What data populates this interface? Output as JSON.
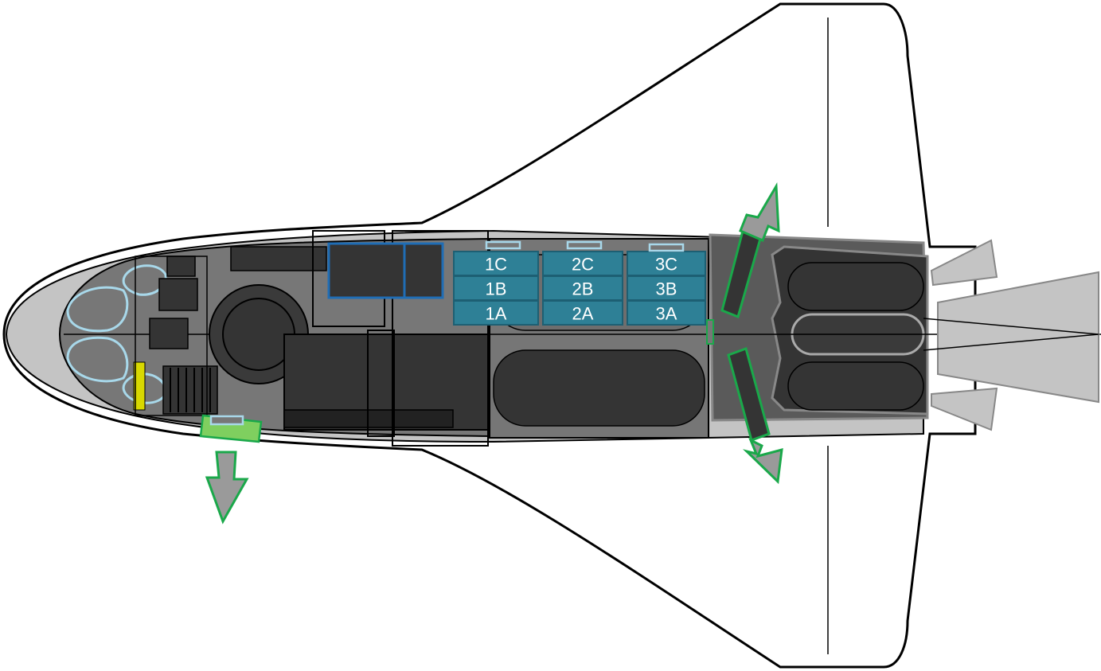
{
  "colors": {
    "background": "#ffffff",
    "hull_fill": "#ffffff",
    "outline": "#000000",
    "interior_dark": "#343434",
    "interior_mid": "#777777",
    "interior_light": "#c4c4c4",
    "seat_fill": "#2e8096",
    "seat_border": "#1d5f73",
    "window_outline": "#a8d8ea",
    "hatch_green": "#1aa84a",
    "hatch_green_light": "#7fcf5f",
    "arrow_fill": "#9a9a9a",
    "equipment_blue": "#1f6db5",
    "yellow_marker": "#d8d800"
  },
  "seat_rows": [
    {
      "column": "1",
      "seats": [
        "1C",
        "1B",
        "1A"
      ]
    },
    {
      "column": "2",
      "seats": [
        "2C",
        "2B",
        "2A"
      ]
    },
    {
      "column": "3",
      "seats": [
        "3C",
        "3B",
        "3A"
      ]
    }
  ],
  "exits": [
    {
      "name": "side hatch",
      "direction": "down"
    },
    {
      "name": "upper overwing exit",
      "direction": "up-right"
    },
    {
      "name": "lower overwing exit",
      "direction": "down-right"
    }
  ]
}
